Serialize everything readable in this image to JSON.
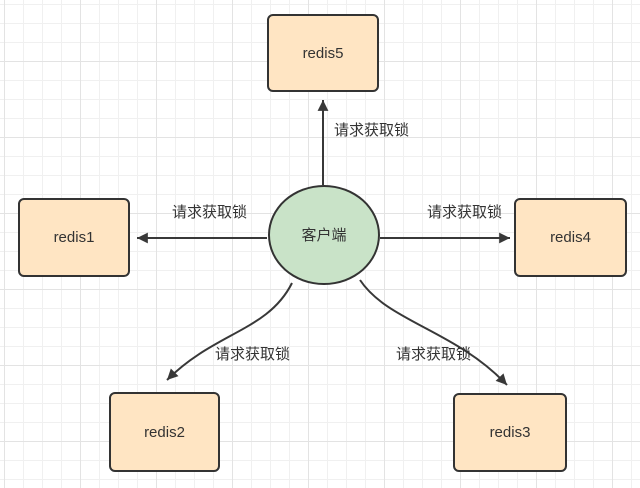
{
  "diagram": {
    "client": {
      "label": "客户端"
    },
    "nodes": [
      {
        "id": "redis5",
        "label": "redis5"
      },
      {
        "id": "redis1",
        "label": "redis1"
      },
      {
        "id": "redis4",
        "label": "redis4"
      },
      {
        "id": "redis2",
        "label": "redis2"
      },
      {
        "id": "redis3",
        "label": "redis3"
      }
    ],
    "edges": [
      {
        "from": "客户端",
        "to": "redis5",
        "label": "请求获取锁"
      },
      {
        "from": "客户端",
        "to": "redis1",
        "label": "请求获取锁"
      },
      {
        "from": "客户端",
        "to": "redis4",
        "label": "请求获取锁"
      },
      {
        "from": "客户端",
        "to": "redis2",
        "label": "请求获取锁"
      },
      {
        "from": "客户端",
        "to": "redis3",
        "label": "请求获取锁"
      }
    ]
  },
  "colors": {
    "background": "#FFFFFF",
    "grid_minor": "#F0F0F0",
    "grid_major": "#E3E3E3",
    "node_fill": "#FFE5C3",
    "node_border": "#333333",
    "client_fill": "#C9E3C8",
    "client_border": "#333333",
    "edge": "#383838",
    "text": "#333333"
  }
}
